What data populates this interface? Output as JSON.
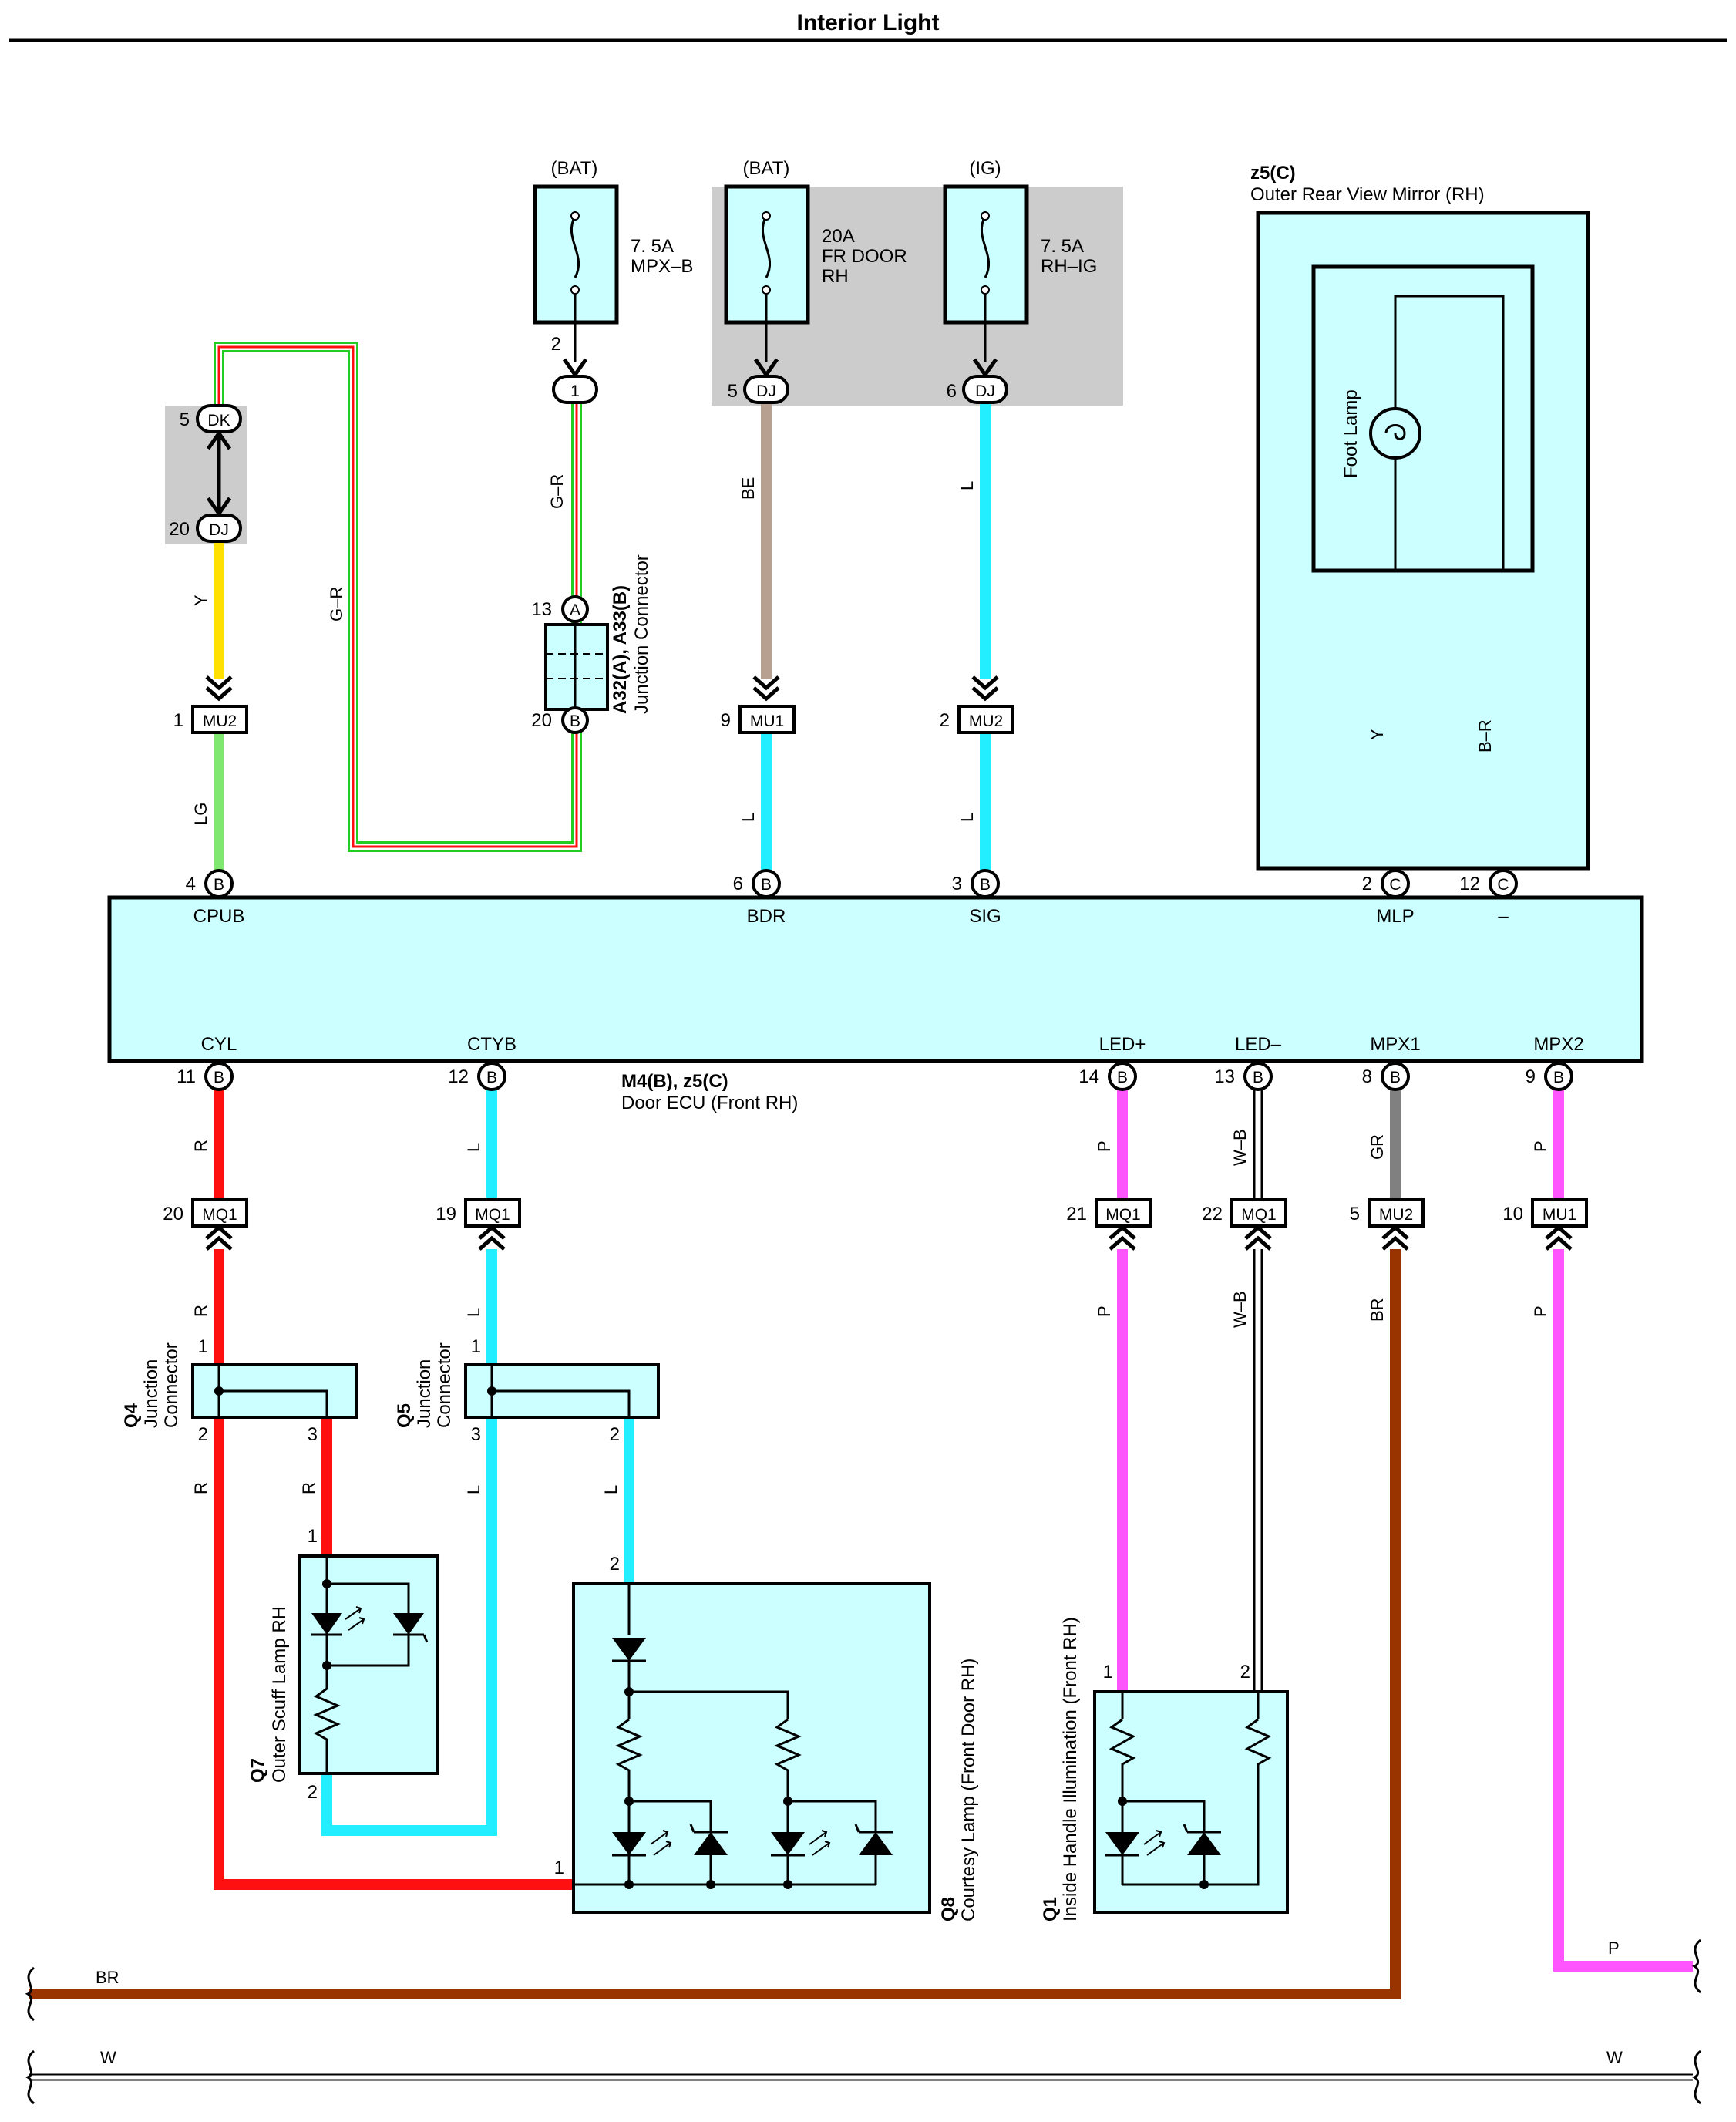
{
  "title": "Interior Light",
  "colors": {
    "fill": "#ccffff",
    "shade": "#cccccc",
    "Y": "#ffe000",
    "LG": "#80e870",
    "G": "#22cc22",
    "R": "#ff1010",
    "L": "#22eeff",
    "BE": "#b8a090",
    "P": "#ff55ff",
    "GR": "#808080",
    "BR": "#993300",
    "B": "#000000",
    "W": "#ffffff"
  },
  "fuses": {
    "f1": {
      "source": "(BAT)",
      "rating": "7. 5A",
      "name": "MPX–B",
      "pin": "2",
      "conn": "1"
    },
    "f2": {
      "source": "(BAT)",
      "rating": "20A",
      "name": "FR DOOR",
      "name2": "RH",
      "pin": "5",
      "conn": "DJ"
    },
    "f3": {
      "source": "(IG)",
      "rating": "7. 5A",
      "name": "RH–IG",
      "pin": "6",
      "conn": "DJ"
    }
  },
  "dk_dj": {
    "pin_top": "5",
    "conn_top": "DK",
    "pin_bot": "20",
    "conn_bot": "DJ"
  },
  "junction_a32": {
    "code": "A32(A), A33(B)",
    "name": "Junction Connector",
    "pin_top": "13",
    "conn_top": "A",
    "pin_bot": "20",
    "conn_bot": "B"
  },
  "mirror": {
    "code": "z5(C)",
    "name": "Outer Rear View Mirror (RH)",
    "lamp": "Foot Lamp"
  },
  "ecu": {
    "code": "M4(B), z5(C)",
    "name": "Door ECU (Front RH)"
  },
  "ecu_top_pins": [
    {
      "term": "CPUB",
      "pin": "4",
      "conn": "B"
    },
    {
      "term": "BDR",
      "pin": "6",
      "conn": "B"
    },
    {
      "term": "SIG",
      "pin": "3",
      "conn": "B"
    },
    {
      "term": "MLP",
      "pin": "2",
      "conn": "C"
    },
    {
      "term": "–",
      "pin": "12",
      "conn": "C"
    }
  ],
  "ecu_bottom_pins": [
    {
      "term": "CYL",
      "pin": "11",
      "conn": "B"
    },
    {
      "term": "CTYB",
      "pin": "12",
      "conn": "B"
    },
    {
      "term": "LED+",
      "pin": "14",
      "conn": "B"
    },
    {
      "term": "LED–",
      "pin": "13",
      "conn": "B"
    },
    {
      "term": "MPX1",
      "pin": "8",
      "conn": "B"
    },
    {
      "term": "MPX2",
      "pin": "9",
      "conn": "B"
    }
  ],
  "upper_connectors": [
    {
      "pin": "1",
      "conn": "MU2"
    },
    {
      "pin": "9",
      "conn": "MU1"
    },
    {
      "pin": "2",
      "conn": "MU2"
    }
  ],
  "lower_connectors": [
    {
      "pin": "20",
      "conn": "MQ1"
    },
    {
      "pin": "19",
      "conn": "MQ1"
    },
    {
      "pin": "21",
      "conn": "MQ1"
    },
    {
      "pin": "22",
      "conn": "MQ1"
    },
    {
      "pin": "5",
      "conn": "MU2"
    },
    {
      "pin": "10",
      "conn": "MU1"
    }
  ],
  "q4": {
    "code": "Q4",
    "name": "Junction",
    "name2": "Connector",
    "pins": [
      "1",
      "2",
      "3"
    ]
  },
  "q5": {
    "code": "Q5",
    "name": "Junction",
    "name2": "Connector",
    "pins": [
      "1",
      "3",
      "2"
    ]
  },
  "q7": {
    "code": "Q7",
    "name": "Outer Scuff Lamp RH",
    "pins": [
      "1",
      "2"
    ]
  },
  "q8": {
    "code": "Q8",
    "name": "Courtesy Lamp (Front Door RH)",
    "pins": [
      "2",
      "1"
    ]
  },
  "q1": {
    "code": "Q1",
    "name": "Inside Handle Illumination (Front RH)",
    "pins": [
      "1",
      "2"
    ]
  },
  "wires": {
    "y": "Y",
    "gr_left": "G–R",
    "gr_right": "G–R",
    "lg": "LG",
    "be": "BE",
    "l": "L",
    "y_mirror": "Y",
    "br_mirror": "B–R",
    "r": "R",
    "p": "P",
    "wb": "W–B",
    "gr": "GR",
    "br": "BR",
    "w": "W"
  }
}
